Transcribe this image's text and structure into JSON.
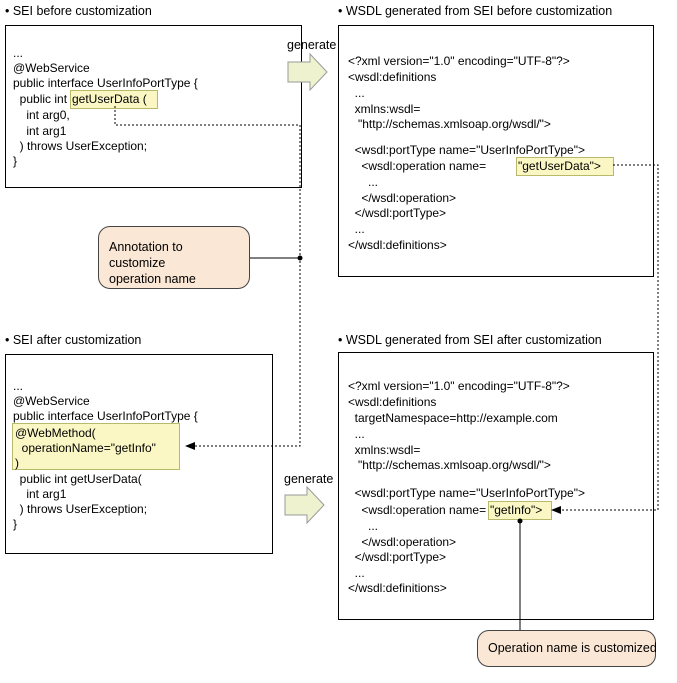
{
  "panels": {
    "sei_before": {
      "title": "• SEI before customization",
      "lines": [
        "...",
        "@WebService",
        "public interface UserInfoPortType {",
        "  public int",
        "    int arg0,",
        "    int arg1",
        "  ) throws UserException;",
        "}"
      ],
      "highlight": "getUserData ("
    },
    "wsdl_before": {
      "title": "• WSDL generated from SEI before customization",
      "lines": [
        "<?xml version=\"1.0\" encoding=\"UTF-8\"?>",
        "<wsdl:definitions",
        "  ...",
        "  xmlns:wsdl=",
        "   \"http://schemas.xmlsoap.org/wsdl/\">",
        "",
        "  <wsdl:portType name=\"UserInfoPortType\">",
        "    <wsdl:operation name=",
        "      ...",
        "    </wsdl:operation>",
        "  </wsdl:portType>",
        "  ...",
        "</wsdl:definitions>"
      ],
      "highlight": "\"getUserData\">"
    },
    "sei_after": {
      "title": "• SEI after customization",
      "lines": [
        "...",
        "@WebService",
        "public interface UserInfoPortType {"
      ],
      "annotation_lines": [
        "@WebMethod(",
        "  operationName=\"getInfo\"",
        ")"
      ],
      "tail_lines": [
        "  public int getUserData(",
        "    int arg1",
        "  ) throws UserException;",
        "}"
      ]
    },
    "wsdl_after": {
      "title": "• WSDL generated from SEI after customization",
      "lines": [
        "<?xml version=\"1.0\" encoding=\"UTF-8\"?>",
        "<wsdl:definitions",
        "  targetNamespace=http://example.com",
        "  ...",
        "  xmlns:wsdl=",
        "   \"http://schemas.xmlsoap.org/wsdl/\">",
        "",
        "  <wsdl:portType name=\"UserInfoPortType\">",
        "    <wsdl:operation name=",
        "      ...",
        "    </wsdl:operation>",
        "  </wsdl:portType>",
        "  ...",
        "</wsdl:definitions>"
      ],
      "highlight": "\"getInfo\">"
    }
  },
  "arrows": {
    "generate_top": "generate",
    "generate_bottom": "generate"
  },
  "callouts": {
    "annotation": [
      "Annotation to customize",
      "operation name"
    ],
    "customized": "Operation name is customized"
  },
  "colors": {
    "highlight_fill": "#fbf7c4",
    "callout_fill": "#fbe7d5",
    "arrow_fill": "#eef2cf"
  }
}
